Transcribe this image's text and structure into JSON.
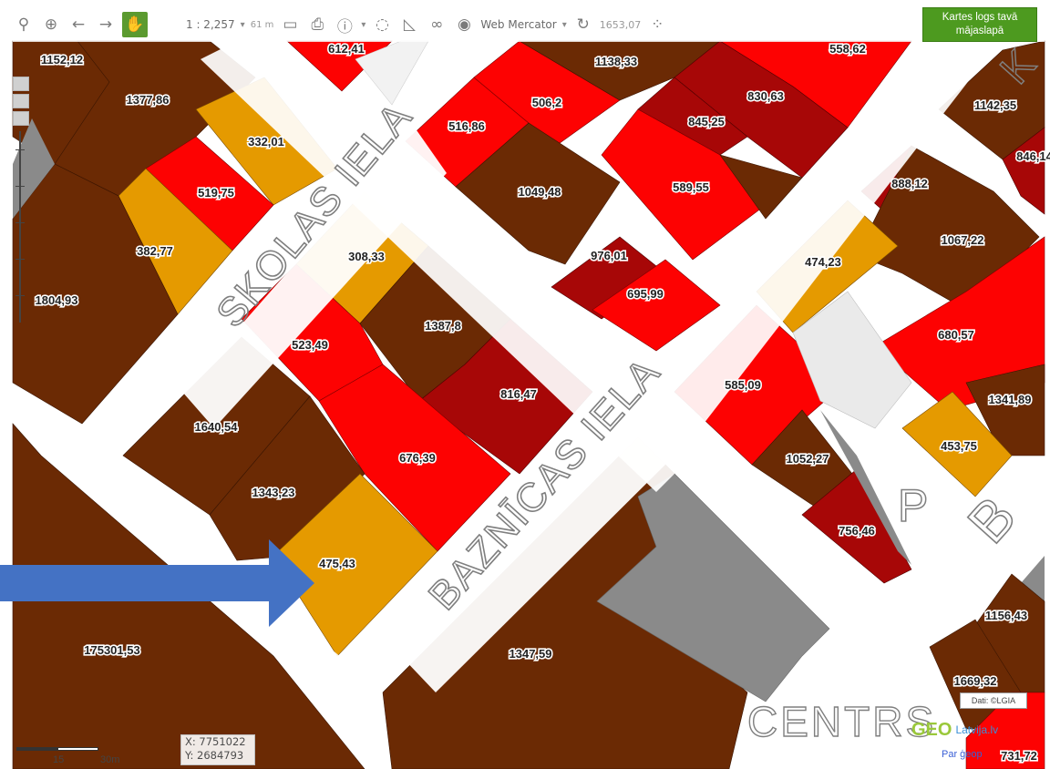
{
  "toolbar": {
    "scale": "1 : 2,257",
    "projection": "Web Mercator",
    "scale_overlay": "61 m",
    "coord_overlay": "1653,07",
    "icons": [
      "identify-icon",
      "locate-icon",
      "back-icon",
      "forward-icon",
      "pan-hand-icon",
      "print-icon",
      "info-icon",
      "measure-icon",
      "draw-icon",
      "link-icon",
      "geolocate-icon",
      "refresh-icon",
      "dots-icon"
    ]
  },
  "embed_button": {
    "line1": "Kartes logs tavā",
    "line2": "mājaslapā"
  },
  "streets": {
    "skolas": "SKOLAS IELA",
    "baznicas": "BAZNĪCAS IELA",
    "centrs": "CENTRS",
    "p": "P",
    "b": "B",
    "k": "K"
  },
  "coords": {
    "x": "X: 7751022",
    "y": "Y: 2684793"
  },
  "scale_bar": {
    "label1": "15",
    "label2": "30m"
  },
  "credit": "Dati: ©LGIA",
  "logo": {
    "part1": "GEO",
    "part2": "Latvija.lv"
  },
  "about_link": "Par ģeop",
  "colors": {
    "dark_brown": "#6b2a04",
    "red": "#fd0202",
    "dark_red": "#a70707",
    "orange": "#e59a00",
    "gray": "#8a8a8a",
    "road": "#ffffff",
    "arrow": "#4472c4",
    "button": "#4d9a1f"
  },
  "parcels": [
    {
      "id": "p1152",
      "value": "1152,12",
      "color": "dark_brown"
    },
    {
      "id": "p1377",
      "value": "1377,86",
      "color": "dark_brown"
    },
    {
      "id": "p612",
      "value": "612,41",
      "color": "red"
    },
    {
      "id": "p332",
      "value": "332,01",
      "color": "orange"
    },
    {
      "id": "p519",
      "value": "519,75",
      "color": "red"
    },
    {
      "id": "p382",
      "value": "382,77",
      "color": "orange"
    },
    {
      "id": "p1804",
      "value": "1804,93",
      "color": "dark_brown"
    },
    {
      "id": "p516",
      "value": "516,86",
      "color": "red"
    },
    {
      "id": "p506",
      "value": "506,2",
      "color": "red"
    },
    {
      "id": "p1138",
      "value": "1138,33",
      "color": "dark_brown"
    },
    {
      "id": "p558",
      "value": "558,62",
      "color": "red"
    },
    {
      "id": "p830",
      "value": "830,63",
      "color": "dark_red"
    },
    {
      "id": "p845",
      "value": "845,25",
      "color": "dark_red"
    },
    {
      "id": "p1142",
      "value": "1142,35",
      "color": "dark_brown"
    },
    {
      "id": "p846",
      "value": "846,14",
      "color": "dark_red"
    },
    {
      "id": "p1049",
      "value": "1049,48",
      "color": "dark_brown"
    },
    {
      "id": "p589",
      "value": "589,55",
      "color": "red"
    },
    {
      "id": "p888",
      "value": "888,12",
      "color": "dark_red"
    },
    {
      "id": "p1067",
      "value": "1067,22",
      "color": "dark_brown"
    },
    {
      "id": "p308",
      "value": "308,33",
      "color": "orange"
    },
    {
      "id": "p976",
      "value": "976,01",
      "color": "dark_red"
    },
    {
      "id": "p695",
      "value": "695,99",
      "color": "red"
    },
    {
      "id": "p474",
      "value": "474,23",
      "color": "orange"
    },
    {
      "id": "p523",
      "value": "523,49",
      "color": "red"
    },
    {
      "id": "p1387",
      "value": "1387,8",
      "color": "dark_brown"
    },
    {
      "id": "p680",
      "value": "680,57",
      "color": "red"
    },
    {
      "id": "p816",
      "value": "816,47",
      "color": "dark_red"
    },
    {
      "id": "p585",
      "value": "585,09",
      "color": "red"
    },
    {
      "id": "p1341",
      "value": "1341,89",
      "color": "dark_brown"
    },
    {
      "id": "p1640",
      "value": "1640,54",
      "color": "dark_brown"
    },
    {
      "id": "p676",
      "value": "676,39",
      "color": "red"
    },
    {
      "id": "p453",
      "value": "453,75",
      "color": "orange"
    },
    {
      "id": "p1052",
      "value": "1052,27",
      "color": "dark_brown"
    },
    {
      "id": "p1343",
      "value": "1343,23",
      "color": "dark_brown"
    },
    {
      "id": "p756",
      "value": "756,46",
      "color": "dark_red"
    },
    {
      "id": "p475",
      "value": "475,43",
      "color": "orange"
    },
    {
      "id": "p175301",
      "value": "175301,53",
      "color": "dark_brown"
    },
    {
      "id": "p1347",
      "value": "1347,59",
      "color": "dark_brown"
    },
    {
      "id": "p1156",
      "value": "1156,43",
      "color": "dark_brown"
    },
    {
      "id": "p1669",
      "value": "1669,32",
      "color": "dark_brown"
    },
    {
      "id": "p731",
      "value": "731,72",
      "color": "red"
    }
  ]
}
